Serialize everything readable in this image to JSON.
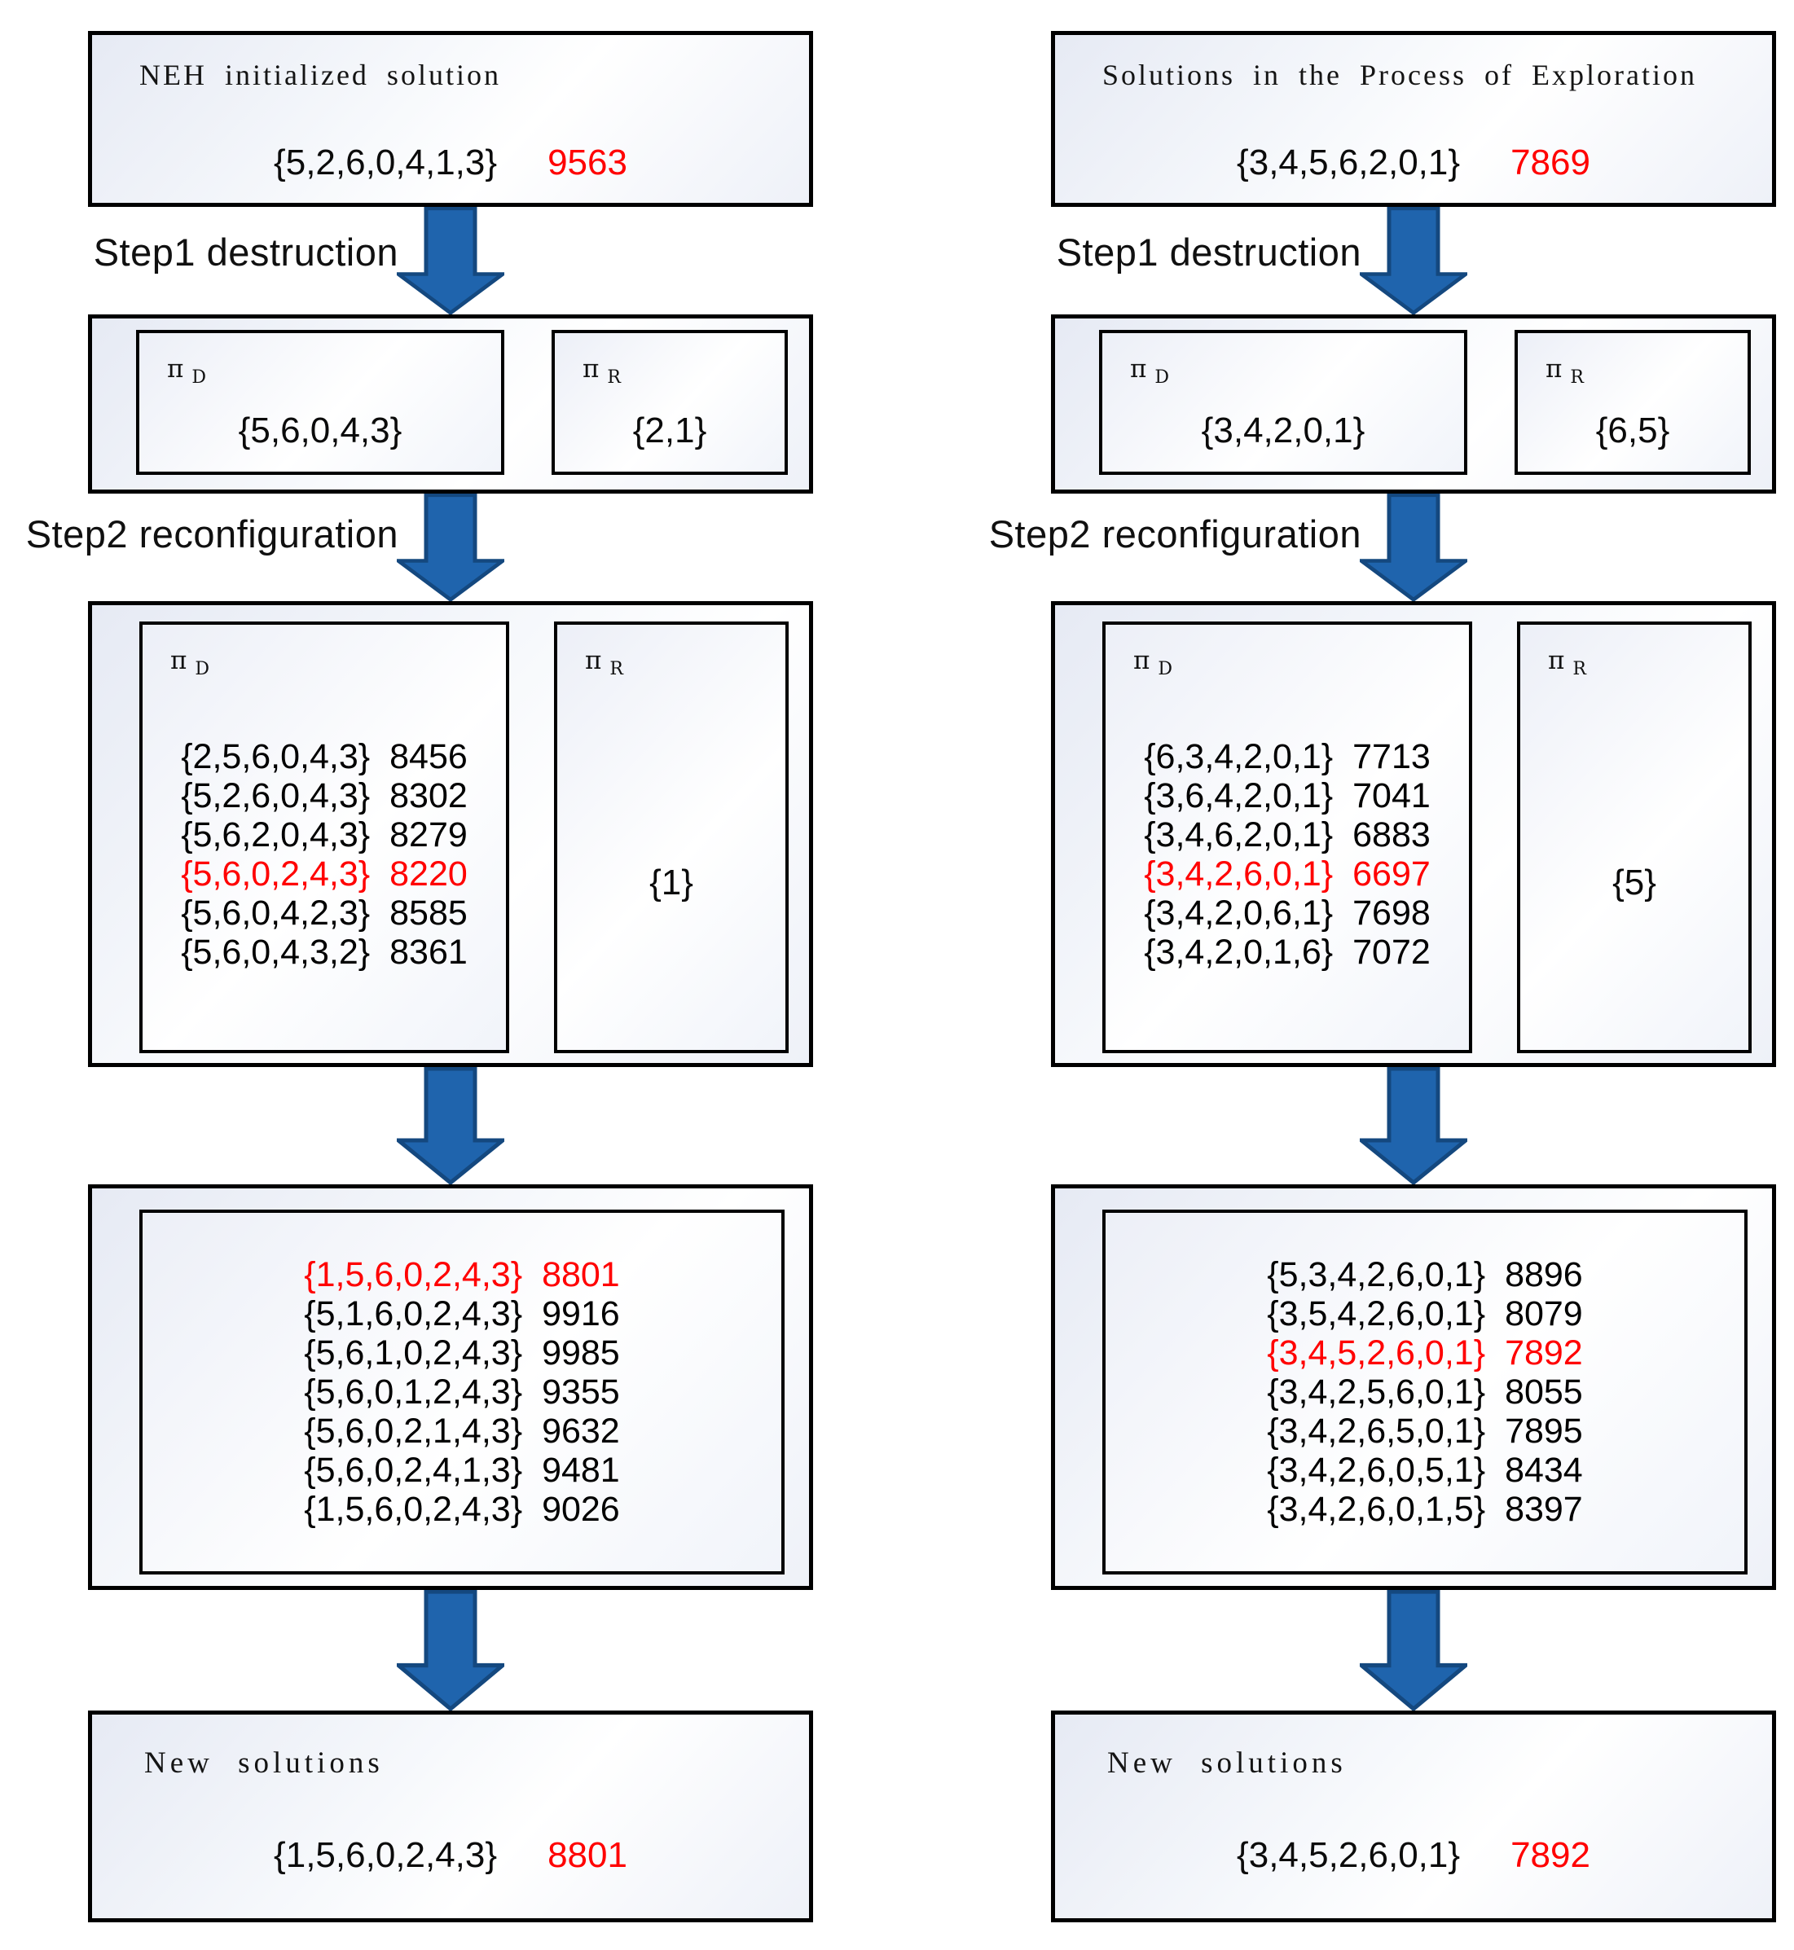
{
  "colors": {
    "highlight_red": "#ff0000",
    "text_black": "#000000",
    "arrow_fill": "#1f64ad",
    "arrow_edge": "#14487f",
    "box_border": "#000000"
  },
  "columns": {
    "left": {
      "top_box": {
        "title": "NEH initialized solution",
        "perm": "{5,2,6,0,4,1,3}",
        "value": "9563"
      },
      "step1_label": "Step1 destruction",
      "step2_label": "Step2 reconfiguration",
      "pi_d": {
        "symbol": "π",
        "sub": "D"
      },
      "pi_r": {
        "symbol": "π",
        "sub": "R"
      },
      "step1_box": {
        "pi_d_value": "{5,6,0,4,3}",
        "pi_r_value": "{2,1}"
      },
      "step2_box": {
        "pi_d_rows": [
          {
            "perm": "{2,5,6,0,4,3}",
            "value": "8456",
            "color": "#000000"
          },
          {
            "perm": "{5,2,6,0,4,3}",
            "value": "8302",
            "color": "#000000"
          },
          {
            "perm": "{5,6,2,0,4,3}",
            "value": "8279",
            "color": "#000000"
          },
          {
            "perm": "{5,6,0,2,4,3}",
            "value": "8220",
            "color": "#ff0000"
          },
          {
            "perm": "{5,6,0,4,2,3}",
            "value": "8585",
            "color": "#000000"
          },
          {
            "perm": "{5,6,0,4,3,2}",
            "value": "8361",
            "color": "#000000"
          }
        ],
        "pi_r_value": "{1}"
      },
      "candidate_box": {
        "rows": [
          {
            "perm": "{1,5,6,0,2,4,3}",
            "value": "8801",
            "color": "#ff0000"
          },
          {
            "perm": "{5,1,6,0,2,4,3}",
            "value": "9916",
            "color": "#000000"
          },
          {
            "perm": "{5,6,1,0,2,4,3}",
            "value": "9985",
            "color": "#000000"
          },
          {
            "perm": "{5,6,0,1,2,4,3}",
            "value": "9355",
            "color": "#000000"
          },
          {
            "perm": "{5,6,0,2,1,4,3}",
            "value": "9632",
            "color": "#000000"
          },
          {
            "perm": "{5,6,0,2,4,1,3}",
            "value": "9481",
            "color": "#000000"
          },
          {
            "perm": "{1,5,6,0,2,4,3}",
            "value": "9026",
            "color": "#000000"
          }
        ]
      },
      "new_box": {
        "title": "New solutions",
        "perm": "{1,5,6,0,2,4,3}",
        "value": "8801"
      }
    },
    "right": {
      "top_box": {
        "title": "Solutions in the Process of Exploration",
        "perm": "{3,4,5,6,2,0,1}",
        "value": "7869"
      },
      "step1_label": "Step1 destruction",
      "step2_label": "Step2 reconfiguration",
      "pi_d": {
        "symbol": "π",
        "sub": "D"
      },
      "pi_r": {
        "symbol": "π",
        "sub": "R"
      },
      "step1_box": {
        "pi_d_value": "{3,4,2,0,1}",
        "pi_r_value": "{6,5}"
      },
      "step2_box": {
        "pi_d_rows": [
          {
            "perm": "{6,3,4,2,0,1}",
            "value": "7713",
            "color": "#000000"
          },
          {
            "perm": "{3,6,4,2,0,1}",
            "value": "7041",
            "color": "#000000"
          },
          {
            "perm": "{3,4,6,2,0,1}",
            "value": "6883",
            "color": "#000000"
          },
          {
            "perm": "{3,4,2,6,0,1}",
            "value": "6697",
            "color": "#ff0000"
          },
          {
            "perm": "{3,4,2,0,6,1}",
            "value": "7698",
            "color": "#000000"
          },
          {
            "perm": "{3,4,2,0,1,6}",
            "value": "7072",
            "color": "#000000"
          }
        ],
        "pi_r_value": "{5}"
      },
      "candidate_box": {
        "rows": [
          {
            "perm": "{5,3,4,2,6,0,1}",
            "value": "8896",
            "color": "#000000"
          },
          {
            "perm": "{3,5,4,2,6,0,1}",
            "value": "8079",
            "color": "#000000"
          },
          {
            "perm": "{3,4,5,2,6,0,1}",
            "value": "7892",
            "color": "#ff0000"
          },
          {
            "perm": "{3,4,2,5,6,0,1}",
            "value": "8055",
            "color": "#000000"
          },
          {
            "perm": "{3,4,2,6,5,0,1}",
            "value": "7895",
            "color": "#000000"
          },
          {
            "perm": "{3,4,2,6,0,5,1}",
            "value": "8434",
            "color": "#000000"
          },
          {
            "perm": "{3,4,2,6,0,1,5}",
            "value": "8397",
            "color": "#000000"
          }
        ]
      },
      "new_box": {
        "title": "New solutions",
        "perm": "{3,4,5,2,6,0,1}",
        "value": "7892"
      }
    }
  }
}
